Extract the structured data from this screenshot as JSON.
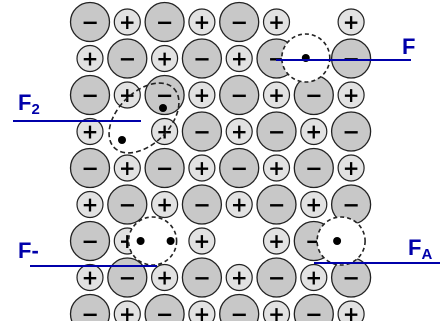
{
  "labels": {
    "f": "F",
    "f2": "F",
    "f2_sub": "2",
    "fminus": "F-",
    "fa": "F",
    "fa_sub": "A"
  },
  "ion_signs": {
    "anion": "−",
    "cation": "+"
  },
  "colors": {
    "large_ion_fill": "#c8c8c8",
    "small_ion_fill": "#e2e2e2",
    "outline": "#222222",
    "label": "#0000aa",
    "vacancy_edge": "#222222"
  },
  "lattice": {
    "rows": 9,
    "columns": 8
  },
  "defects": [
    "F",
    "F2",
    "F-",
    "FA"
  ]
}
